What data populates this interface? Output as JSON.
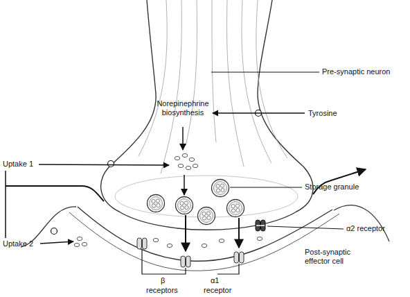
{
  "diagram": {
    "labels": [
      "Pre-synaptic neuron",
      "Norepinephrine biosynthesis",
      "Tyrosine",
      "Uptake 1",
      "Storage granule",
      "α2 receptor",
      "Uptake 2",
      "Post-synaptic effector cell",
      "β",
      "receptors",
      "α1",
      "receptor"
    ]
  }
}
